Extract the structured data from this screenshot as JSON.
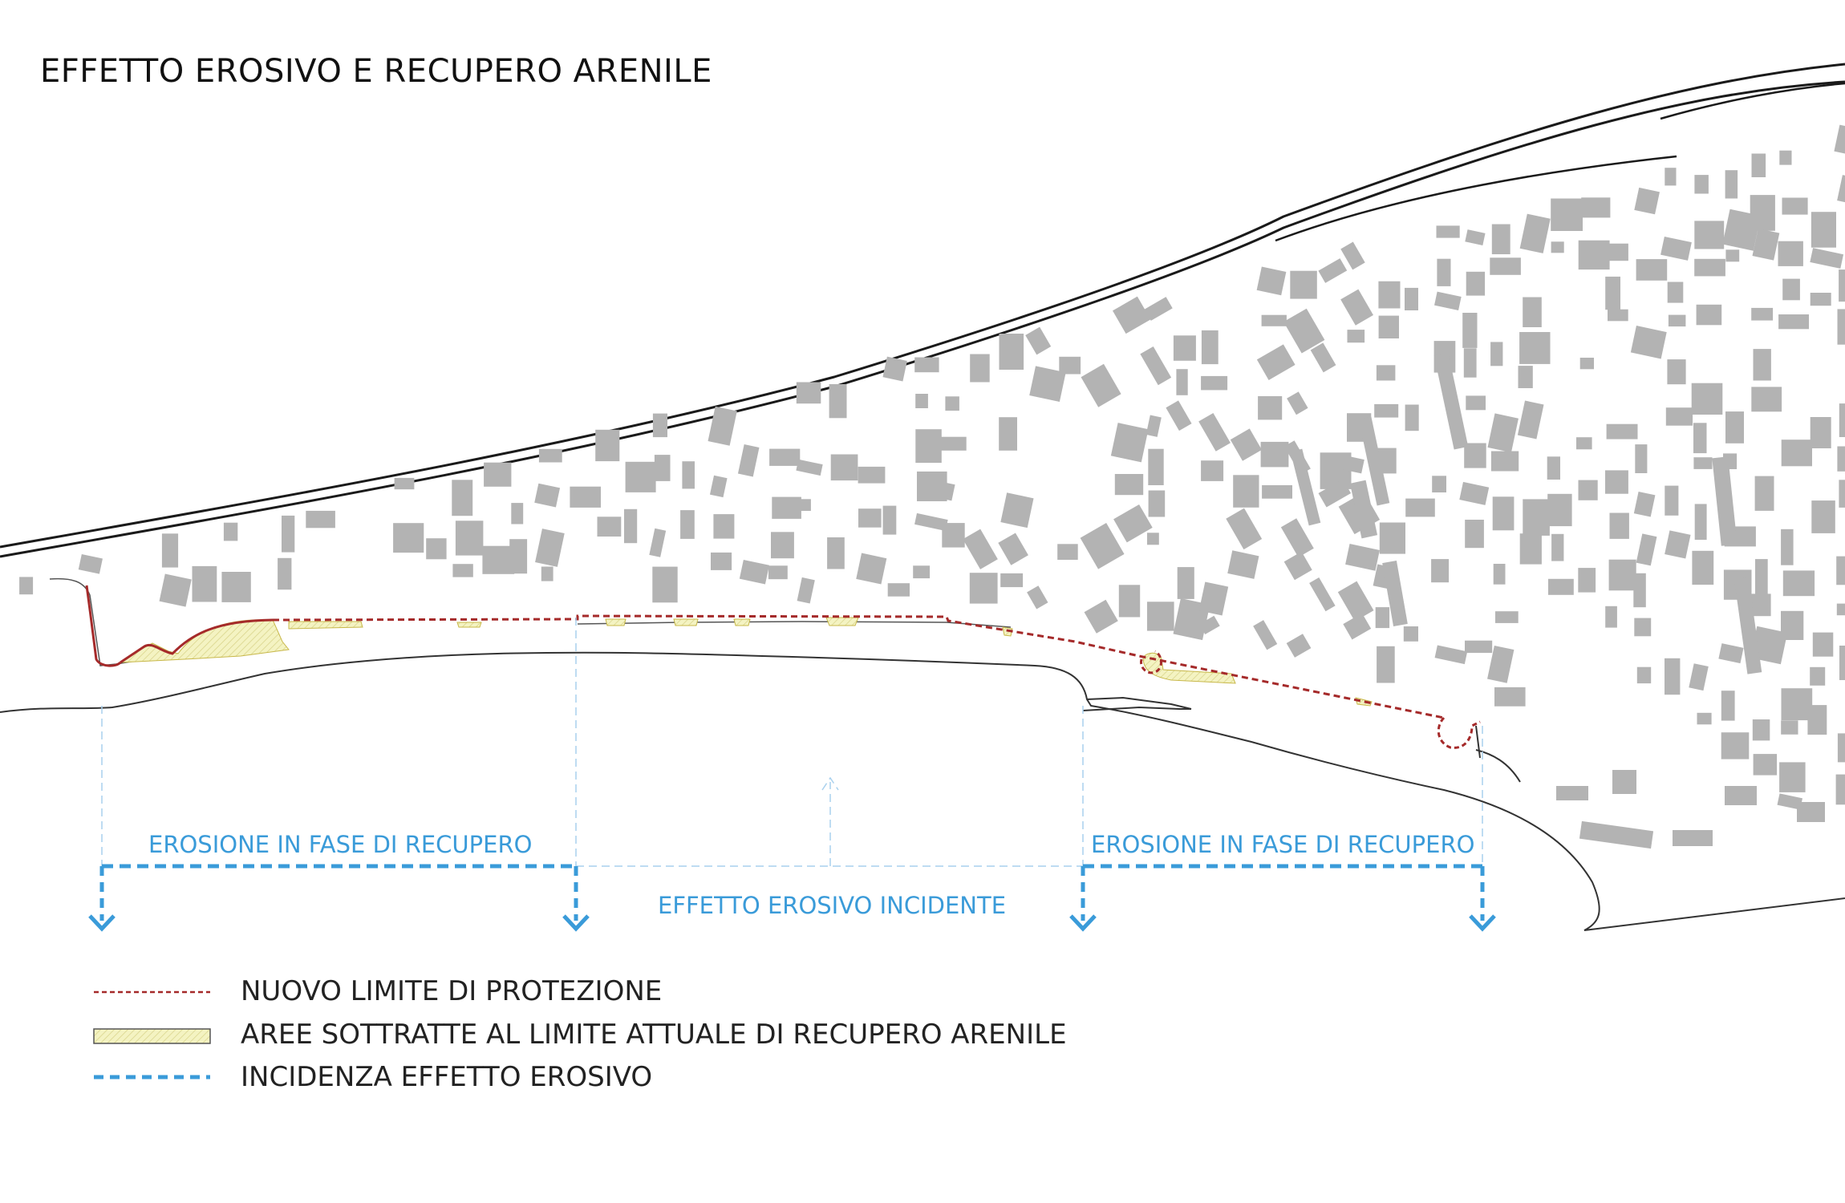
{
  "title": "EFFETTO EROSIVO E RECUPERO ARENILE",
  "labels": {
    "erosion_left": "EROSIONE IN FASE DI RECUPERO",
    "erosion_right": "EROSIONE IN FASE DI RECUPERO",
    "incident": "EFFETTO EROSIVO INCIDENTE"
  },
  "legend": [
    {
      "symbol": "red-dashed-line",
      "label": "NUOVO LIMITE DI PROTEZIONE"
    },
    {
      "symbol": "yellow-hatched-area",
      "label": "AREE SOTTRATTE AL LIMITE ATTUALE  DI RECUPERO ARENILE"
    },
    {
      "symbol": "blue-dashed-line",
      "label": "INCIDENZA EFFETTO EROSIVO"
    }
  ],
  "colors": {
    "protection_line": "#a52a2a",
    "recovered_area": "#f4f3c2",
    "erosion_line": "#3a9bd9",
    "buildings": "#b3b3b3",
    "linework": "#1a1a1a"
  }
}
